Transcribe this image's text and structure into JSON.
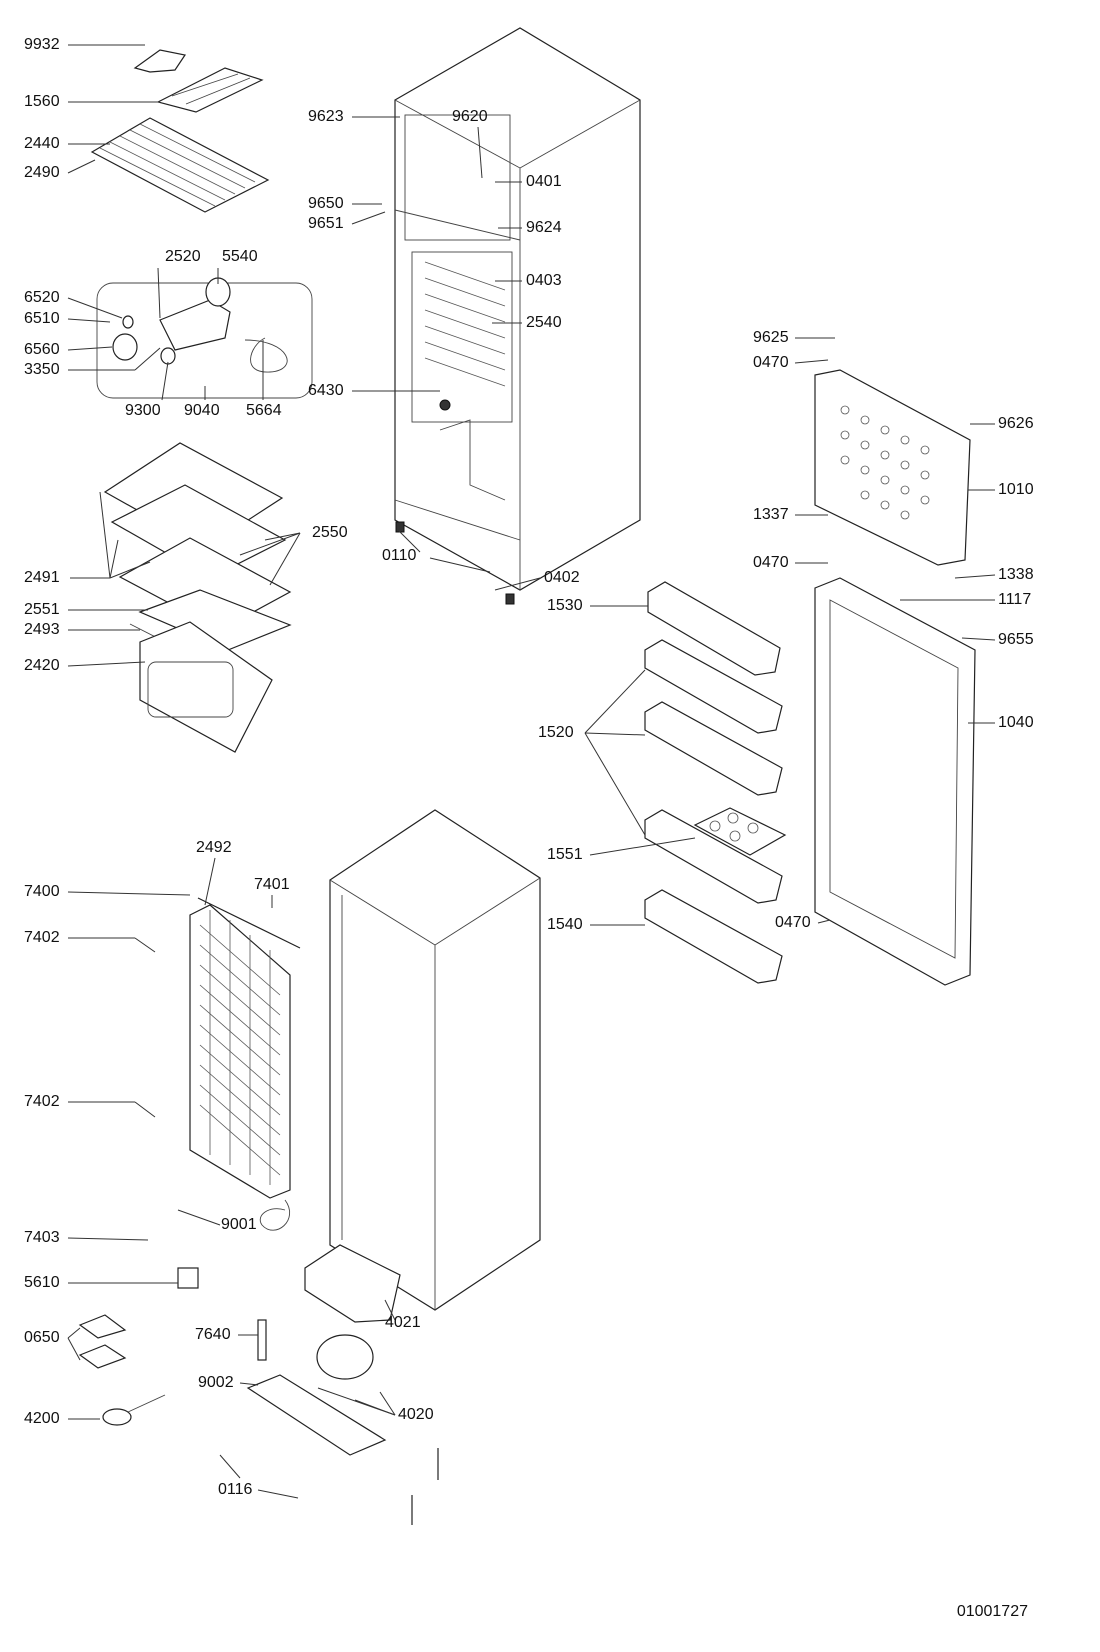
{
  "diagram": {
    "doc_number": "01001727",
    "callouts": {
      "c9932": "9932",
      "c1560": "1560",
      "c2440": "2440",
      "c2490": "2490",
      "c2520": "2520",
      "c5540": "5540",
      "c6520": "6520",
      "c6510": "6510",
      "c6560": "6560",
      "c3350": "3350",
      "c9300": "9300",
      "c9040": "9040",
      "c5664": "5664",
      "c2550": "2550",
      "c2491": "2491",
      "c2551": "2551",
      "c2493": "2493",
      "c2420": "2420",
      "c9623": "9623",
      "c9620": "9620",
      "c0401": "0401",
      "c9650": "9650",
      "c9651": "9651",
      "c9624": "9624",
      "c0403": "0403",
      "c2540": "2540",
      "c6430": "6430",
      "c0110": "0110",
      "c0402": "0402",
      "c9625": "9625",
      "c0470a": "0470",
      "c9626": "9626",
      "c1010": "1010",
      "c1337": "1337",
      "c0470b": "0470",
      "c1338": "1338",
      "c1117": "1117",
      "c1530": "1530",
      "c9655": "9655",
      "c1520": "1520",
      "c1040": "1040",
      "c1551": "1551",
      "c1540": "1540",
      "c0470c": "0470",
      "c2492": "2492",
      "c7400": "7400",
      "c7401": "7401",
      "c7402a": "7402",
      "c7402b": "7402",
      "c9001": "9001",
      "c7403": "7403",
      "c5610": "5610",
      "c4021": "4021",
      "c0650": "0650",
      "c7640": "7640",
      "c9002": "9002",
      "c4020": "4020",
      "c4200": "4200",
      "c0116": "0116"
    }
  }
}
